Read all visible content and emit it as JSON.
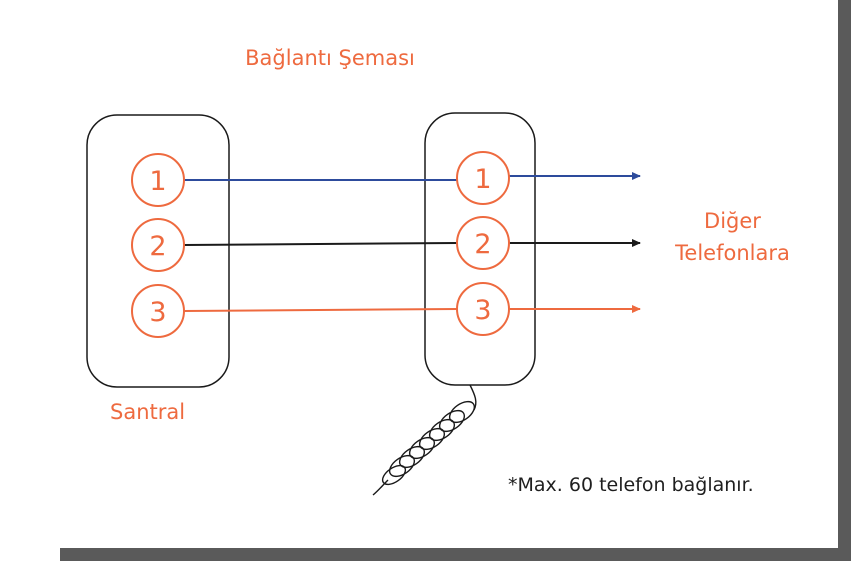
{
  "diagram": {
    "title": "Bağlantı Şeması",
    "left_box_label": "Santral",
    "destination_label_line1": "Diğer",
    "destination_label_line2": "Telefonlara",
    "terminals": [
      "1",
      "2",
      "3"
    ],
    "footnote": "*Max. 60 telefon bağlanır."
  },
  "colors": {
    "accent": "#ee6a3f",
    "wire_1": "#2d4b9c",
    "wire_2": "#1a1a1a",
    "wire_3": "#ee6a3f",
    "outline": "#1a1a1a"
  }
}
